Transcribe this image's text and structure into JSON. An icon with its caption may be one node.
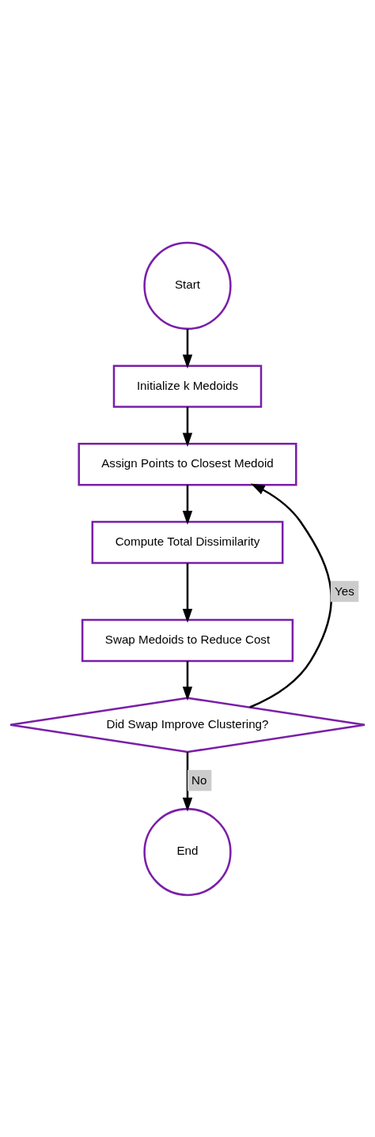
{
  "diagram": {
    "nodes": [
      {
        "text": [
          "Start"
        ]
      },
      {
        "text": [
          "Initialize k Medoids"
        ]
      },
      {
        "text": [
          "Assign Points to Closest Medoid"
        ]
      },
      {
        "text": [
          "Compute Total Dissimilarity"
        ]
      },
      {
        "text": [
          "Swap Medoids to Reduce Cost"
        ]
      },
      {
        "text": [
          "Did Swap Improve Clustering?"
        ]
      },
      {
        "text": [
          "End"
        ]
      }
    ],
    "edges": [
      {
        "from": 0,
        "to": 1,
        "arrow": "to"
      },
      {
        "from": 1,
        "to": 2,
        "arrow": "to"
      },
      {
        "from": 2,
        "to": 3,
        "arrow": "to"
      },
      {
        "from": 3,
        "to": 4,
        "arrow": "to"
      },
      {
        "from": 4,
        "to": 5,
        "arrow": "to"
      },
      {
        "from": 5,
        "to": 2,
        "arrow": "to",
        "label": "Yes"
      },
      {
        "from": 5,
        "to": 6,
        "arrow": "to",
        "label": "No"
      }
    ]
  }
}
